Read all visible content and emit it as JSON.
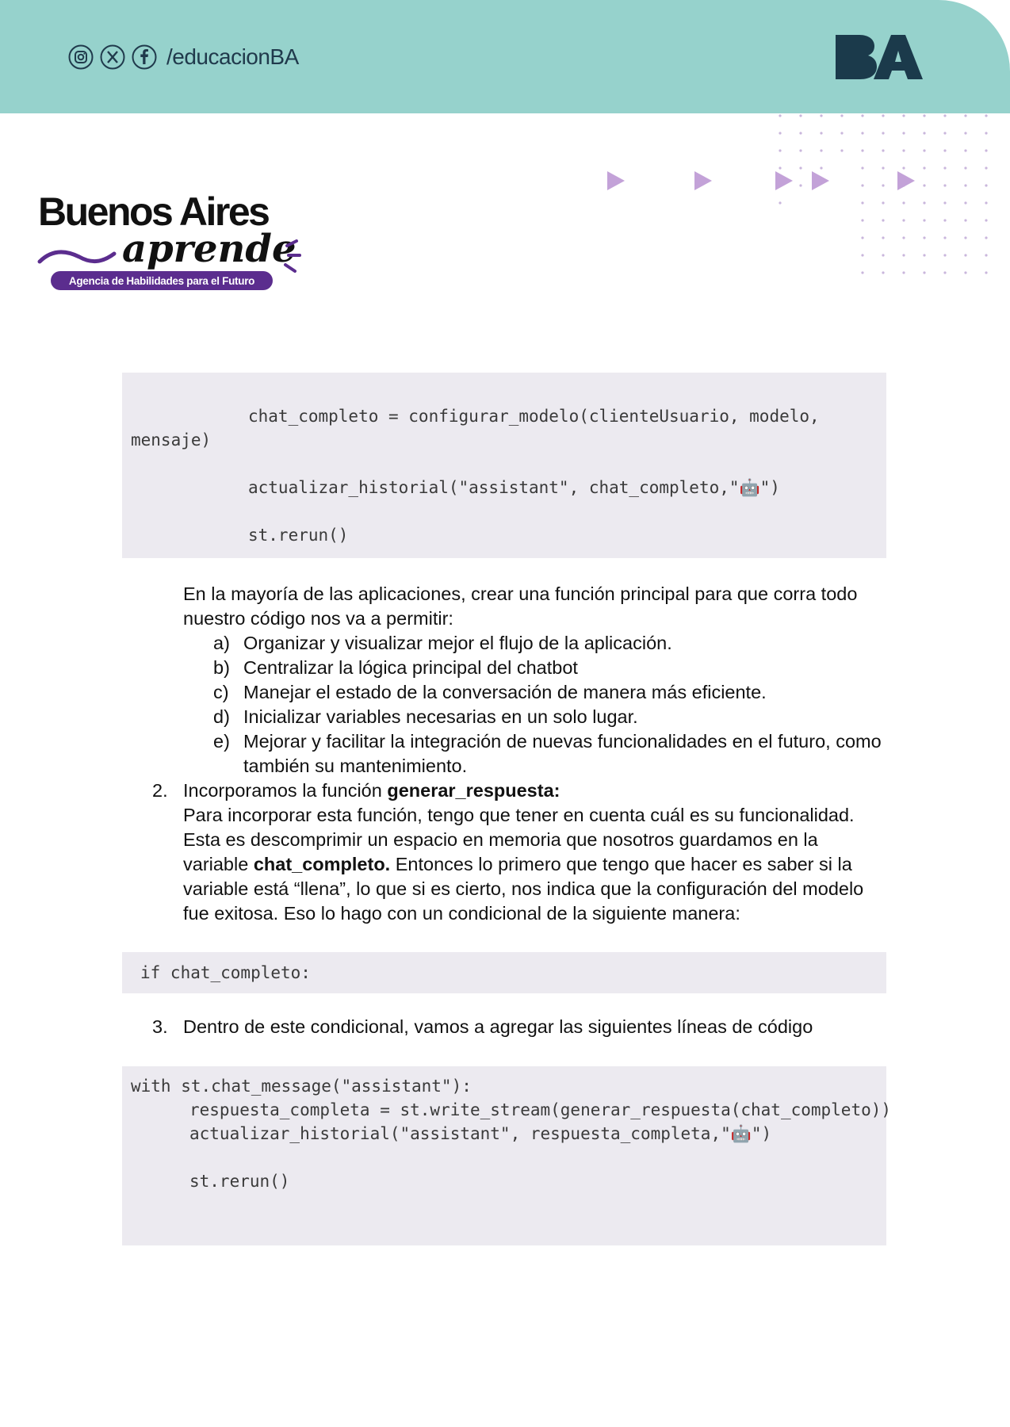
{
  "header": {
    "social_icons": [
      "instagram-icon",
      "x-icon",
      "facebook-icon"
    ],
    "handle": "/educacionBA",
    "logo_text": "BA",
    "colors": {
      "band": "#96d2cc",
      "logo": "#1b3a4b"
    }
  },
  "brand": {
    "line1": "Buenos Aires",
    "line2": "aprende",
    "tagline": "Agencia de Habilidades para el Futuro",
    "colors": {
      "accent": "#5b2d8e"
    }
  },
  "code_block_1": {
    "lines": [
      "chat_completo = configurar_modelo(clienteUsuario, modelo,",
      "mensaje)",
      "actualizar_historial(\"assistant\", chat_completo,\"🤖\")",
      "st.rerun()"
    ]
  },
  "intro": {
    "line1": "En la mayoría de las aplicaciones, crear una función principal para que corra todo",
    "line2": "nuestro código nos va a permitir:"
  },
  "benefits": [
    {
      "marker": "a)",
      "text": "Organizar y visualizar mejor el flujo de la aplicación."
    },
    {
      "marker": "b)",
      "text": "Centralizar la lógica principal del chatbot"
    },
    {
      "marker": "c)",
      "text": "Manejar el estado de la conversación de manera más eficiente."
    },
    {
      "marker": "d)",
      "text": "Inicializar variables necesarias en un solo lugar."
    },
    {
      "marker": "e)",
      "text": "Mejorar y facilitar la integración de nuevas funcionalidades en el futuro, como"
    },
    {
      "marker": "",
      "text": "también su mantenimiento."
    }
  ],
  "step2": {
    "marker": "2.",
    "title_prefix": "Incorporamos la función ",
    "title_bold": "generar_respuesta:",
    "line1": "Para incorporar esta función, tengo que tener en cuenta cuál es su funcionalidad.",
    "line2": "Esta es descomprimir un espacio en memoria que nosotros guardamos en la",
    "line3_prefix": "variable ",
    "line3_bold": "chat_completo.",
    "line3_suffix": " Entonces lo primero que tengo que hacer es saber si la",
    "line4": "variable está “llena”, lo que si es cierto, nos indica que la configuración del modelo",
    "line5": "fue exitosa. Eso lo hago con un condicional de la siguiente manera:"
  },
  "code_block_2": {
    "line": "if chat_completo:"
  },
  "step3": {
    "marker": "3.",
    "text": "Dentro de este condicional, vamos a agregar las siguientes líneas de código"
  },
  "code_block_3": {
    "lines": [
      "with st.chat_message(\"assistant\"):",
      "respuesta_completa = st.write_stream(generar_respuesta(chat_completo))",
      "actualizar_historial(\"assistant\", respuesta_completa,\"🤖\")",
      "st.rerun()"
    ]
  }
}
